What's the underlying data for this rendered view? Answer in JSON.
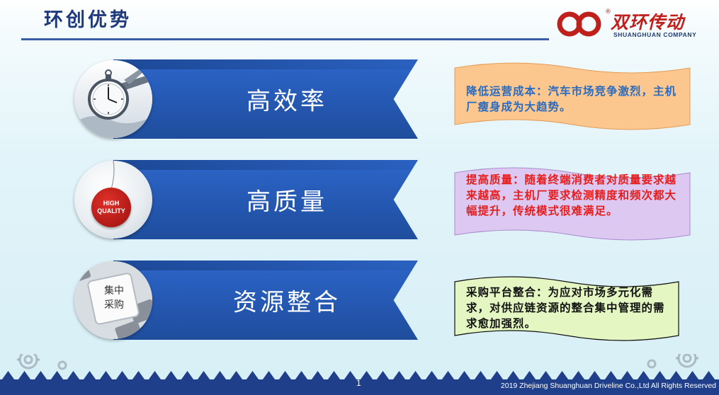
{
  "header": {
    "title": "环创优势",
    "logo_brand": "双环传动",
    "logo_reg": "®",
    "logo_sub": "SHUANGHUAN COMPANY"
  },
  "items": [
    {
      "label": "高效率",
      "icon": "stopwatch-icon",
      "note": "降低运营成本：汽车市场竞争激烈，主机厂瘦身成为大趋势。",
      "note_color": "#2a6bbf",
      "flag_color": "#fbc78e"
    },
    {
      "label": "高质量",
      "icon": "high-quality-badge-icon",
      "badge_line1": "HIGH",
      "badge_line2": "QUALITY",
      "note": "提高质量：随着终端消费者对质量要求越来越高，主机厂要求检测精度和频次都大幅提升，传统模式很难满足。",
      "note_color": "#e61d1d",
      "flag_color": "#dcc8f0"
    },
    {
      "label": "资源整合",
      "icon": "keyboard-key-icon",
      "key_line1": "集中",
      "key_line2": "采购",
      "note": "采购平台整合：为应对市场多元化需求，对供应链资源的整合集中管理的需求愈加强烈。",
      "note_color": "#111111",
      "flag_color": "#e4f7c2"
    }
  ],
  "footer": {
    "page_number": "1",
    "copyright": "2019 Zhejiang Shuanghuan Driveline Co.,Ltd  All Rights Reserved"
  },
  "colors": {
    "title": "#1f3a7a",
    "banner": "#2559b4",
    "brand": "#c0201c",
    "footer": "#1f3f8a"
  }
}
